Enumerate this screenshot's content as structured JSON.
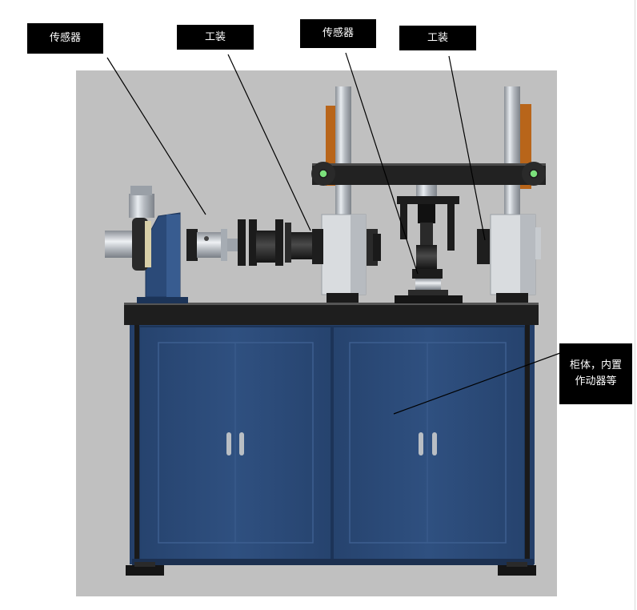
{
  "labels": {
    "sensor_left": "传感器",
    "fixture_left": "工装",
    "sensor_center": "传感器",
    "fixture_right": "工装",
    "cabinet_line1": "柜体，内置",
    "cabinet_line2": "作动器等"
  },
  "colors": {
    "backdrop": "#c0c0c0",
    "cabinet_blue": "#2b4a78",
    "tabletop": "#1e1e1e",
    "label_bg": "#000000",
    "orange_plate": "#b8651a"
  }
}
